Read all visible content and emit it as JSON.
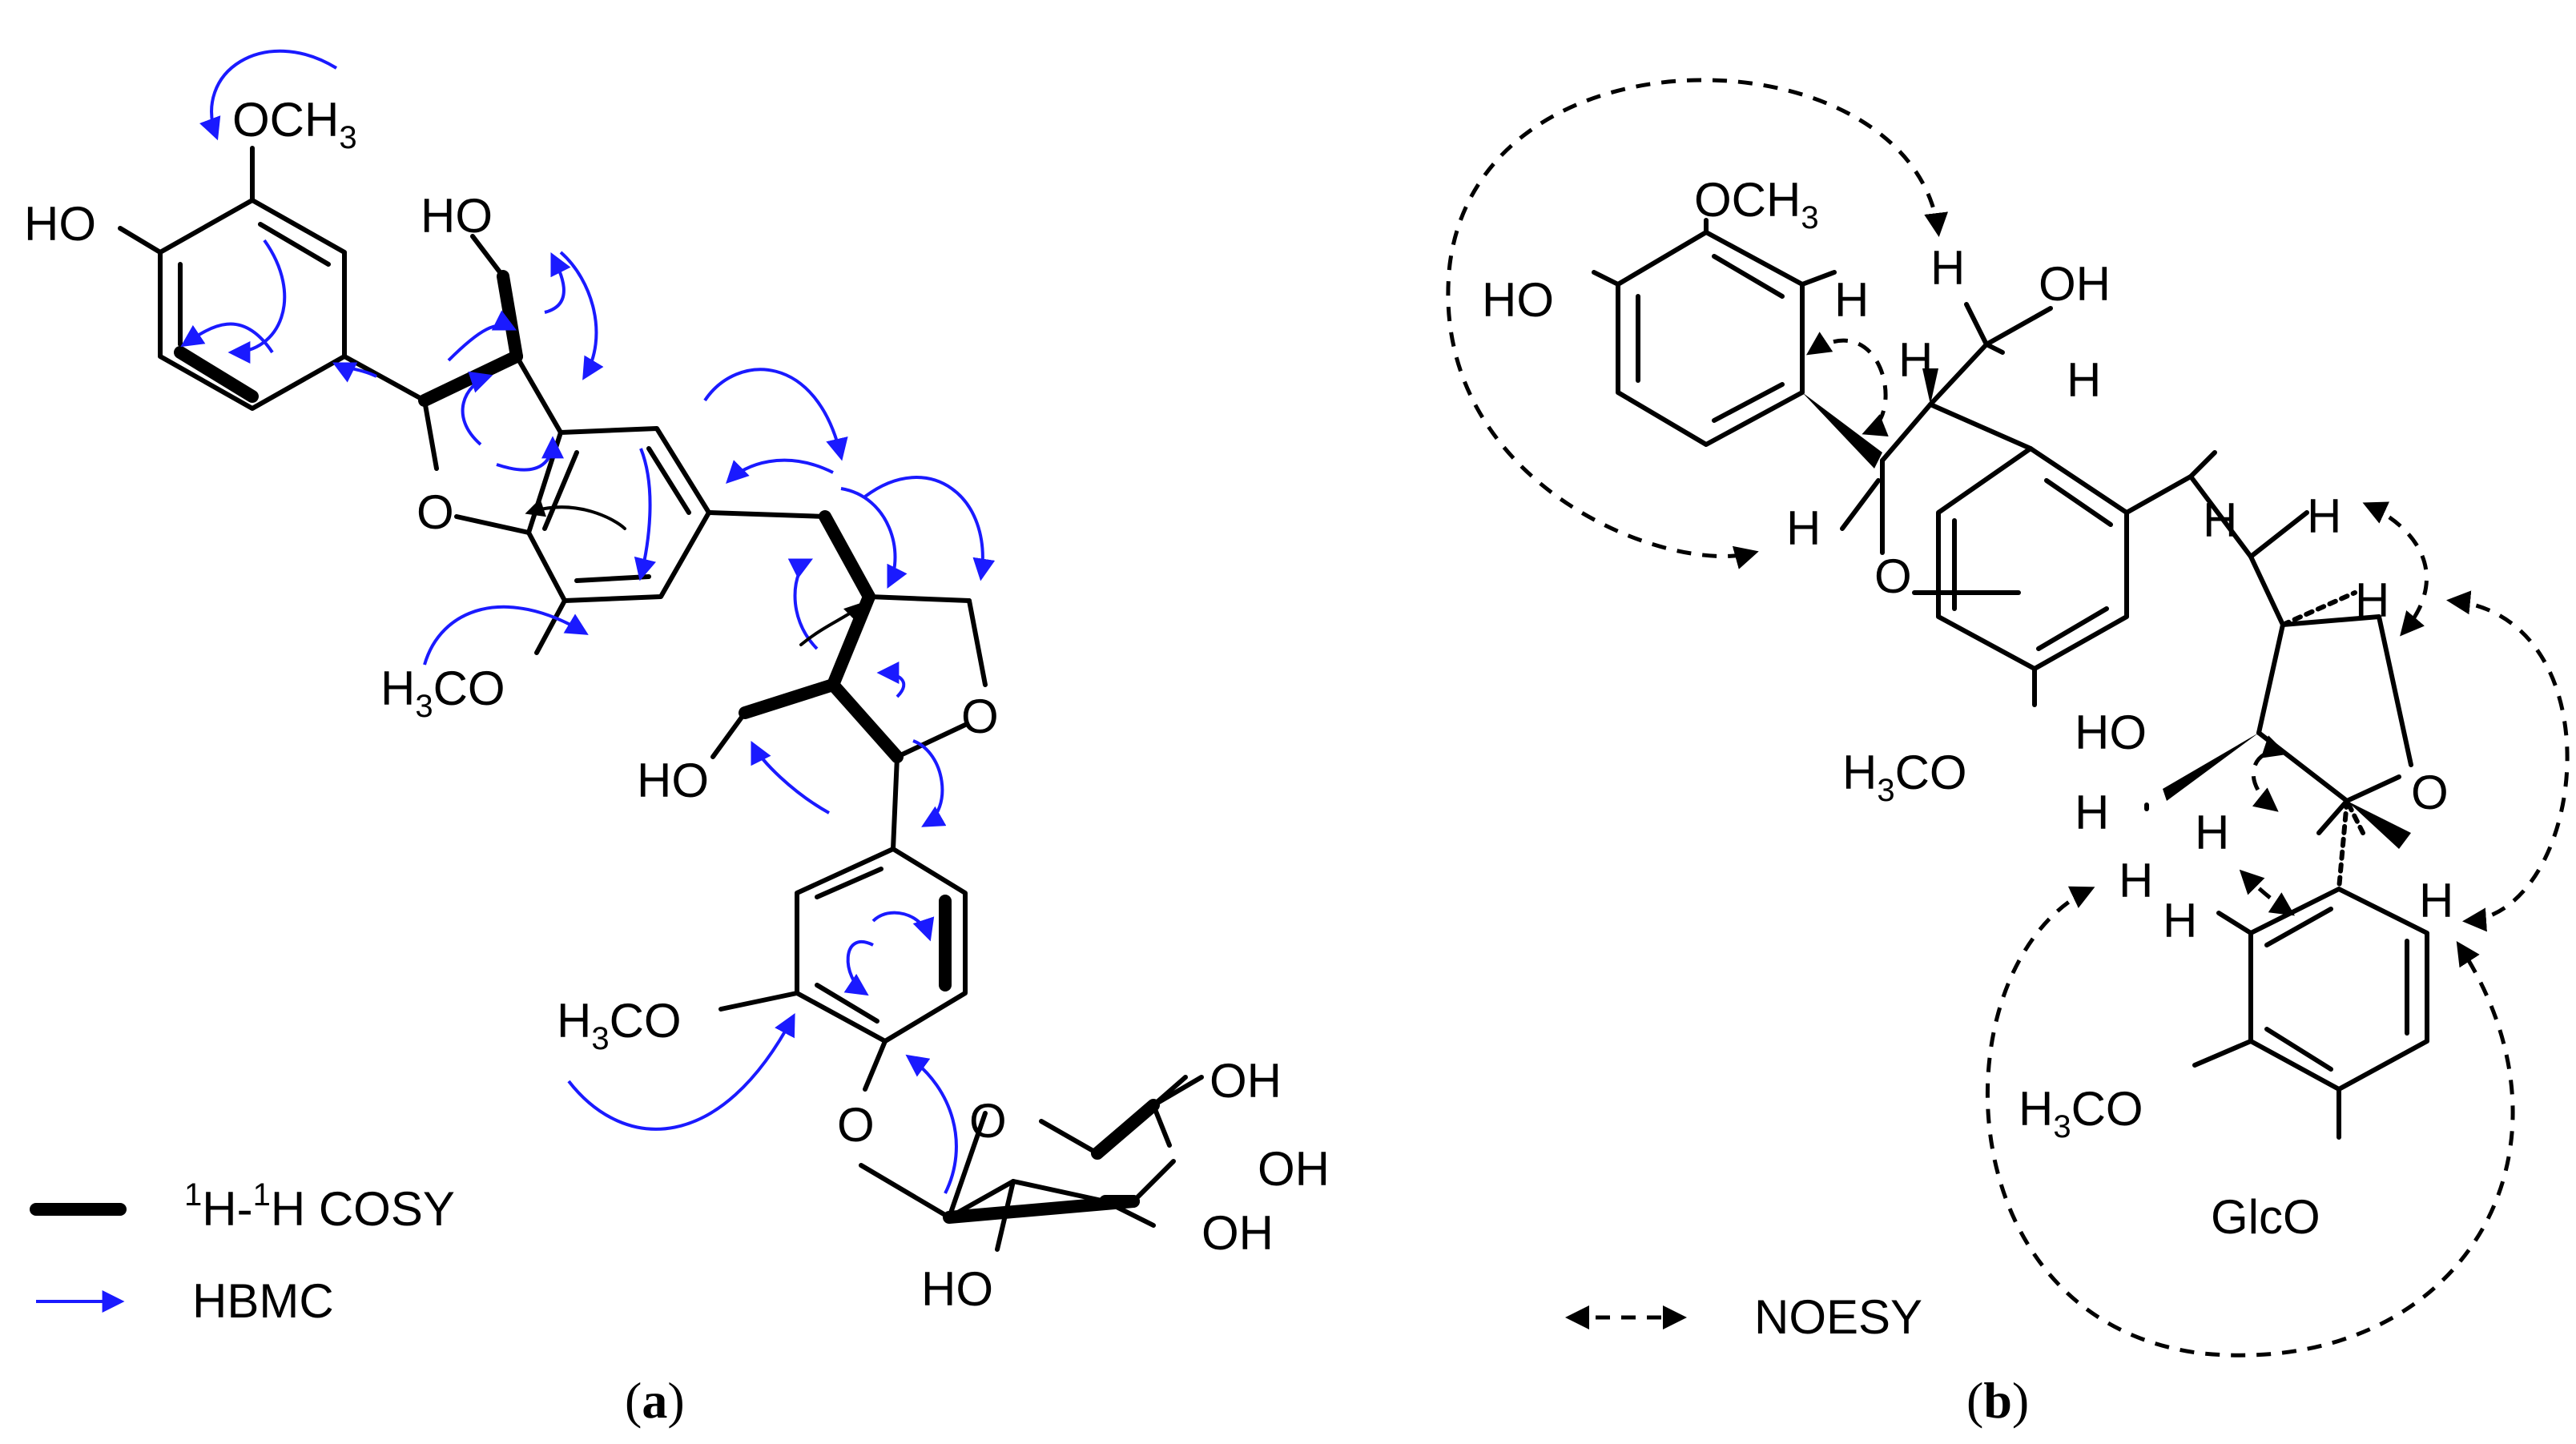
{
  "panel_a": {
    "caption_open": "(",
    "caption_letter": "a",
    "caption_close": ")",
    "labels": {
      "och3_top": "OCH",
      "och3_top_sub": "3",
      "ho_left": "HO",
      "ho_ch2": "HO",
      "o_furan": "O",
      "h3co_mid": "H",
      "h3co_mid_sub": "3",
      "h3co_mid_tail": "CO",
      "o_thf": "O",
      "ho_thf": "HO",
      "h3co_low": "H",
      "h3co_low_sub": "3",
      "h3co_low_tail": "CO",
      "o_glc_link": "O",
      "o_glc_ring": "O",
      "oh_1": "OH",
      "oh_2": "OH",
      "oh_3": "OH",
      "ho_glc": "HO"
    },
    "legend": {
      "cosy_sup1": "1",
      "cosy_h1": "H-",
      "cosy_sup2": "1",
      "cosy_h2": "H COSY",
      "hmbc_label": "HBMC",
      "hmbc_color": "#1a1aff"
    }
  },
  "panel_b": {
    "caption_open": "(",
    "caption_letter": "b",
    "caption_close": ")",
    "labels": {
      "och3_top": "OCH",
      "och3_top_sub": "3",
      "ho_left": "HO",
      "h_ar": "H",
      "h_ch2a": "H",
      "oh_ch2": "OH",
      "h_ch2b": "H",
      "h_c8": "H",
      "h_c7": "H",
      "o_furan": "O",
      "h3co": "H",
      "h3co_sub": "3",
      "h3co_tail": "CO",
      "h_ch2_a": "H",
      "h_ch2_b": "H",
      "h_thf_a": "H",
      "ho_ch2": "HO",
      "h_ch2x": "H",
      "o_thf": "O",
      "h_thf_b": "H",
      "h_glc_a": "H",
      "h_glc_b": "H",
      "h_ar2": "H",
      "h3co_low": "H",
      "h3co_low_sub": "3",
      "h3co_low_tail": "CO",
      "glco": "GlcO"
    },
    "legend": {
      "noesy_label": "NOESY"
    }
  }
}
